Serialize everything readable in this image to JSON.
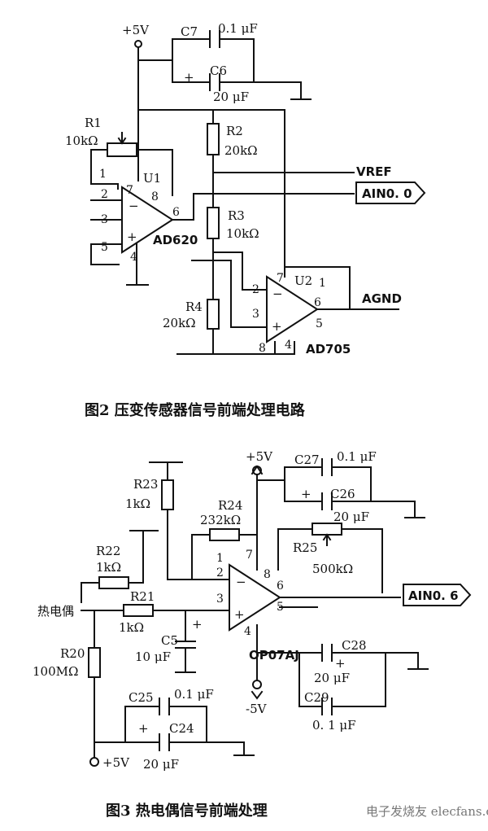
{
  "fig2": {
    "caption": "图2  压变传感器信号前端处理电路",
    "supply": "+5V",
    "c7": "C7",
    "c7_val": "0.1 μF",
    "c6": "C6",
    "c6_val": "20 μF",
    "r1": "R1",
    "r1_val": "10kΩ",
    "r2": "R2",
    "r2_val": "20kΩ",
    "r3": "R3",
    "r3_val": "10kΩ",
    "r4": "R4",
    "r4_val": "20kΩ",
    "u1": "U1",
    "u1_part": "AD620",
    "u2": "U2",
    "u2_part": "AD705",
    "vref": "VREF",
    "ain0": "AIN0. 0",
    "agnd": "AGND",
    "plus": "+",
    "minus": "−",
    "u1_pins": {
      "p1": "1",
      "p2": "2",
      "p3": "3",
      "p4": "4",
      "p5": "5",
      "p6": "6",
      "p7": "7",
      "p8": "8"
    },
    "u2_pins": {
      "p1": "1",
      "p2": "2",
      "p3": "3",
      "p4": "4",
      "p5": "5",
      "p6": "6",
      "p7": "7",
      "p8": "8"
    }
  },
  "fig3": {
    "caption": "图3   热电偶信号前端处理",
    "pos_supply": "+5V",
    "neg_supply": "-5V",
    "bottom_supply": "+5V",
    "c27": "C27",
    "c27_val": "0.1 μF",
    "c26": "C26",
    "c26_val": "20 μF",
    "r23": "R23",
    "r23_val": "1kΩ",
    "r24": "R24",
    "r24_val": "232kΩ",
    "r25": "R25",
    "r25_val": "500kΩ",
    "r22": "R22",
    "r22_val": "1kΩ",
    "r21": "R21",
    "r21_val": "1kΩ",
    "r20": "R20",
    "r20_val": "100MΩ",
    "c5": "C5",
    "c5_val": "10 μF",
    "c28": "C28",
    "c28_val": "20 μF",
    "c29": "C29",
    "c29_val": "0. 1 μF",
    "c25": "C25",
    "c25_val": "0.1 μF",
    "c24": "C24",
    "c24_val": "20 μF",
    "thermocouple": "热电偶",
    "op_part": "OP07AJ",
    "ain6": "AIN0. 6",
    "plus": "+",
    "minus": "−",
    "pins": {
      "p1": "1",
      "p2": "2",
      "p3": "3",
      "p4": "4",
      "p5": "5",
      "p6": "6",
      "p7": "7",
      "p8": "8"
    }
  },
  "watermark": "电子发烧友 elecfans.com"
}
